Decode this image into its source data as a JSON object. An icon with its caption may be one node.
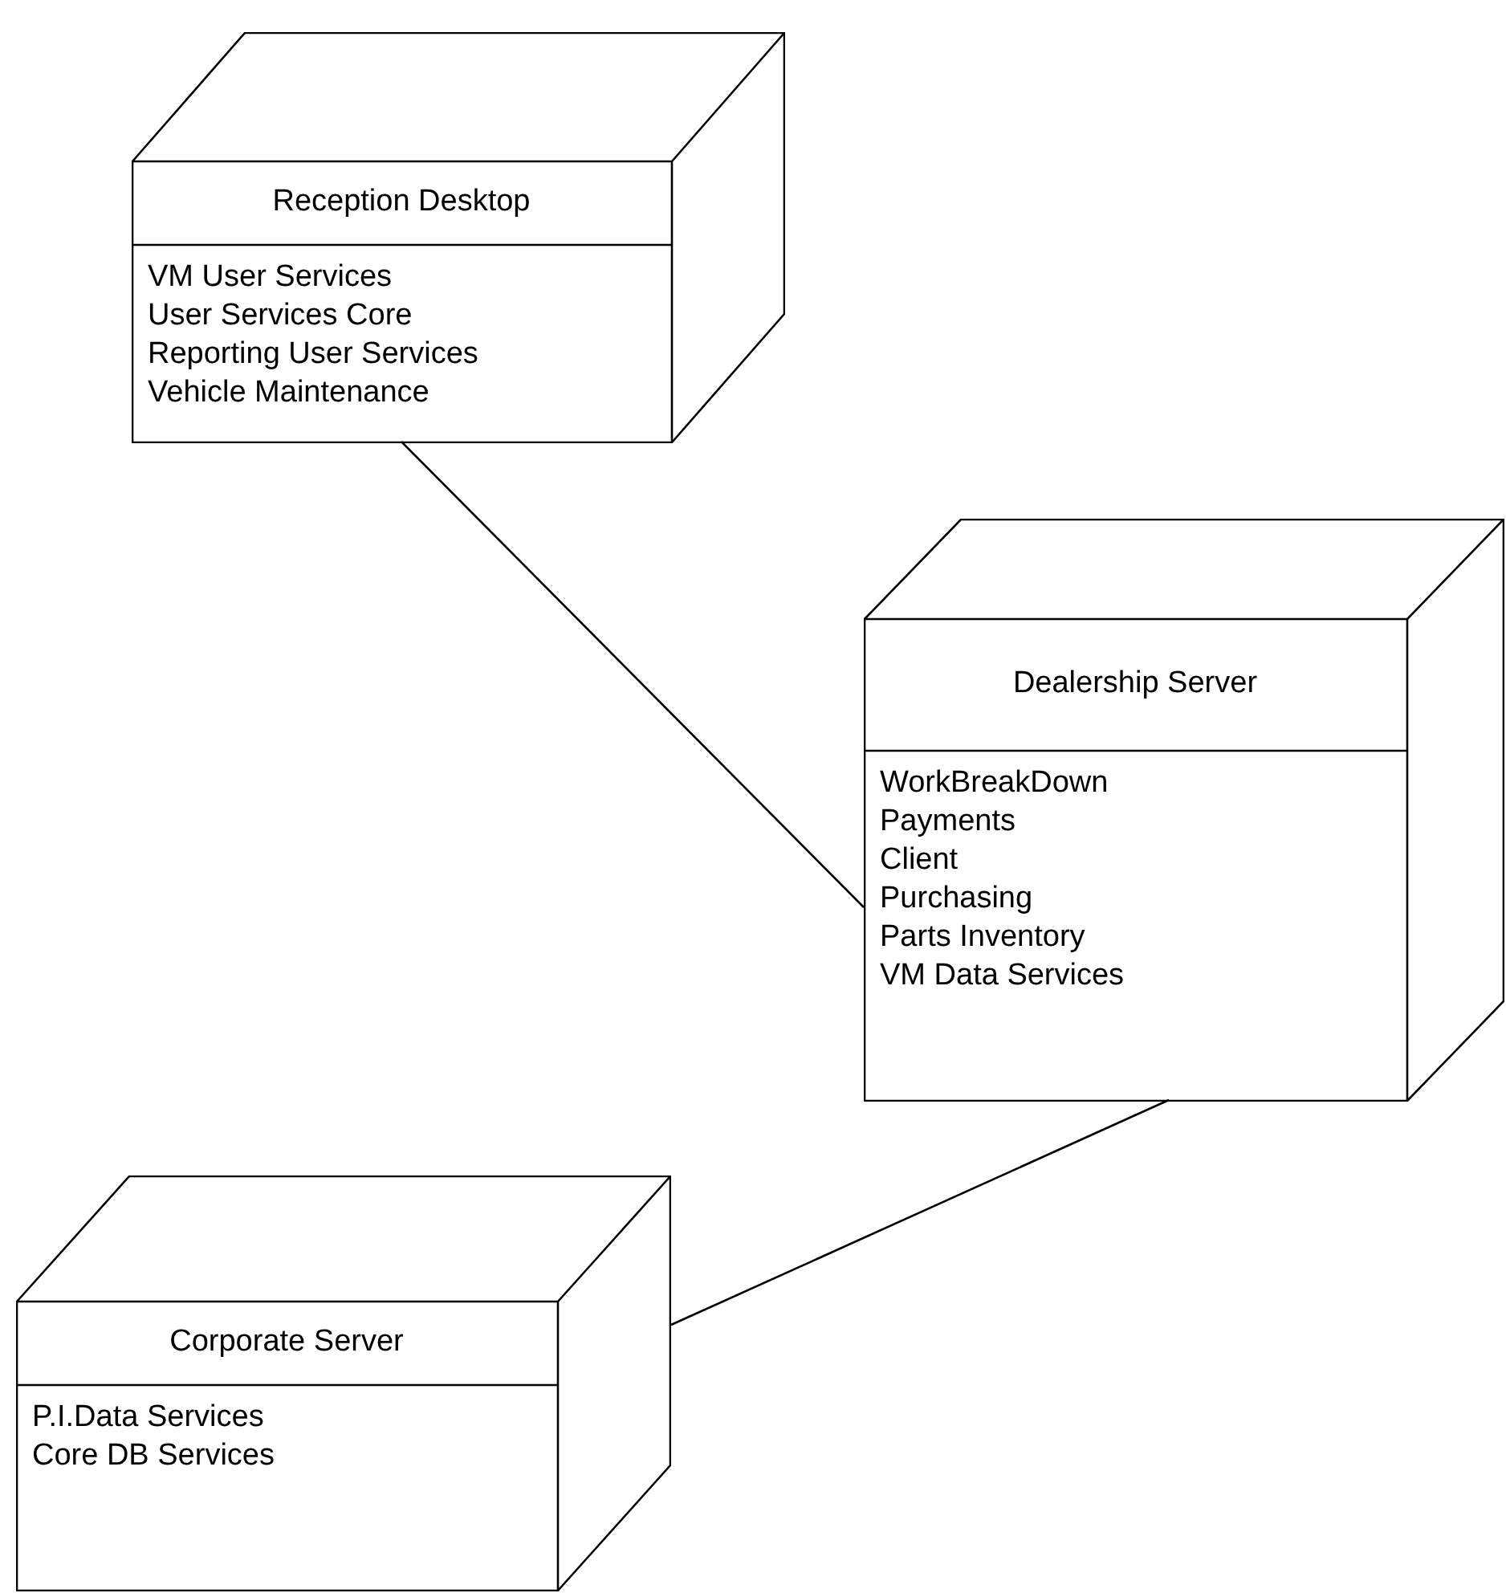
{
  "diagram": {
    "nodes": [
      {
        "text": [
          "Reception Desktop",
          "VM User Services",
          "User Services Core",
          "Reporting User Services",
          "Vehicle Maintenance"
        ]
      },
      {
        "text": [
          "Dealership Server",
          "WorkBreakDown",
          "Payments",
          "Client",
          "Purchasing",
          "Parts Inventory",
          "VM Data Services"
        ]
      },
      {
        "text": [
          "Corporate Server",
          "P.I.Data Services",
          "Core DB Services"
        ]
      }
    ],
    "edges": [
      {
        "from": 0,
        "to": 1,
        "arrow": "none"
      },
      {
        "from": 1,
        "to": 2,
        "arrow": "none"
      }
    ]
  }
}
